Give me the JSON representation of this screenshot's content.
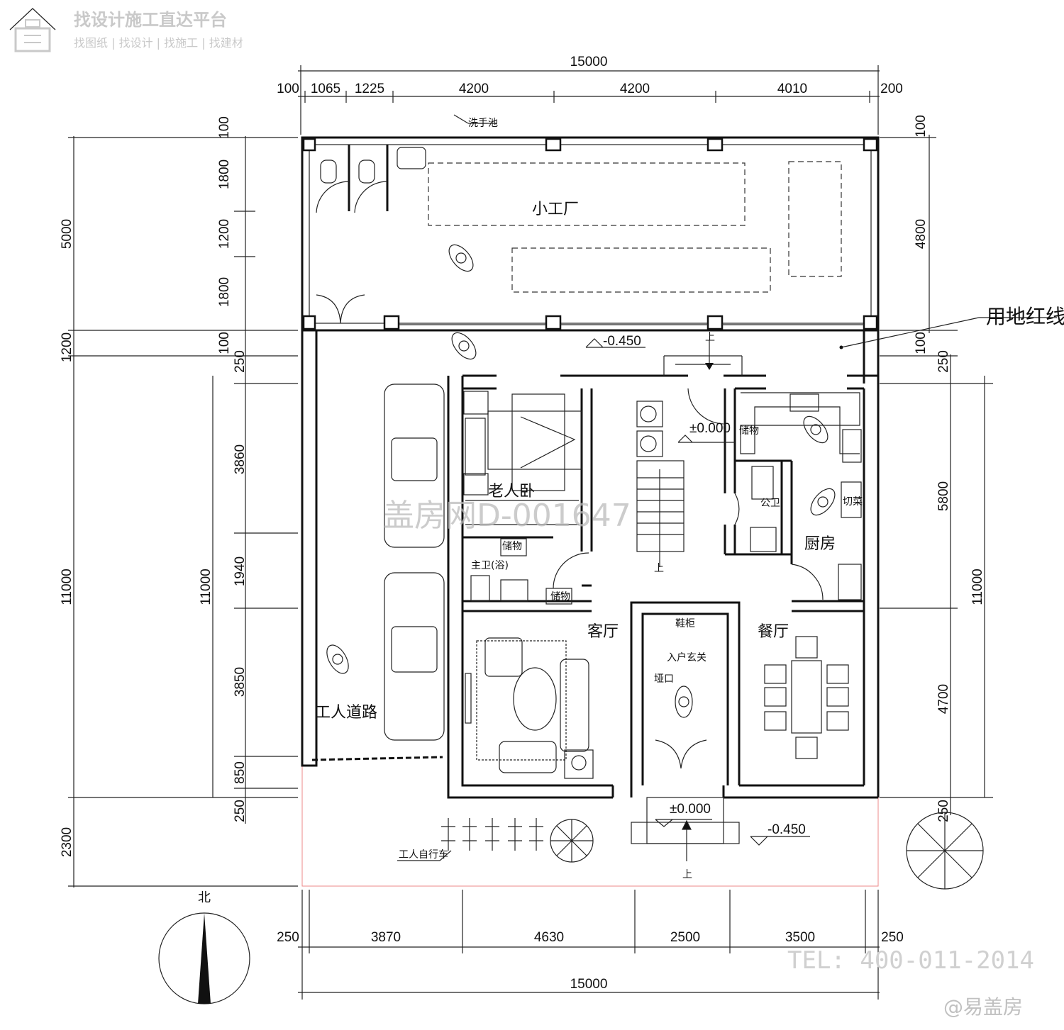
{
  "watermark": {
    "title": "找设计施工直达平台",
    "subtitle": "找图纸 | 找设计 | 找施工 | 找建材",
    "center": "盖房网D-001647",
    "phone": "TEL: 400-011-2014",
    "credit": "@易盖房"
  },
  "dimensions": {
    "top_total": "15000",
    "top_segments": [
      "100",
      "1065",
      "1225",
      "4200",
      "4200",
      "4010",
      "200"
    ],
    "bottom_total": "15000",
    "bottom_segments": [
      "250",
      "3870",
      "4630",
      "2500",
      "3500",
      "250"
    ],
    "left_outer": [
      "5000",
      "1200",
      "11000",
      "2300"
    ],
    "left_inner": [
      "100",
      "1800",
      "1200",
      "1800",
      "100",
      "250",
      "3860",
      "1940",
      "11000",
      "3850",
      "850",
      "250"
    ],
    "right_outer": [
      "100",
      "4800",
      "100",
      "250",
      "5800",
      "11000",
      "4700",
      "250"
    ]
  },
  "rooms": {
    "factory": "小工厂",
    "elder_bedroom": "老人卧",
    "master_bath": "主卫(浴)",
    "storage": "储物",
    "living_room": "客厅",
    "shoe_cabinet": "鞋柜",
    "entrance": "入户玄关",
    "threshold": "垭口",
    "dining_room": "餐厅",
    "kitchen": "厨房",
    "public_toilet": "公卫",
    "cutting": "切菜",
    "worker_road": "工人道路",
    "worker_bikes": "工人自行车",
    "wash_basin": "洗手池",
    "site_redline": "用地红线"
  },
  "levels": {
    "yard": "-0.450",
    "floor": "±0.000",
    "entry_floor": "±0.000",
    "outside": "-0.450"
  },
  "stair_up": "上",
  "north_label": "北"
}
